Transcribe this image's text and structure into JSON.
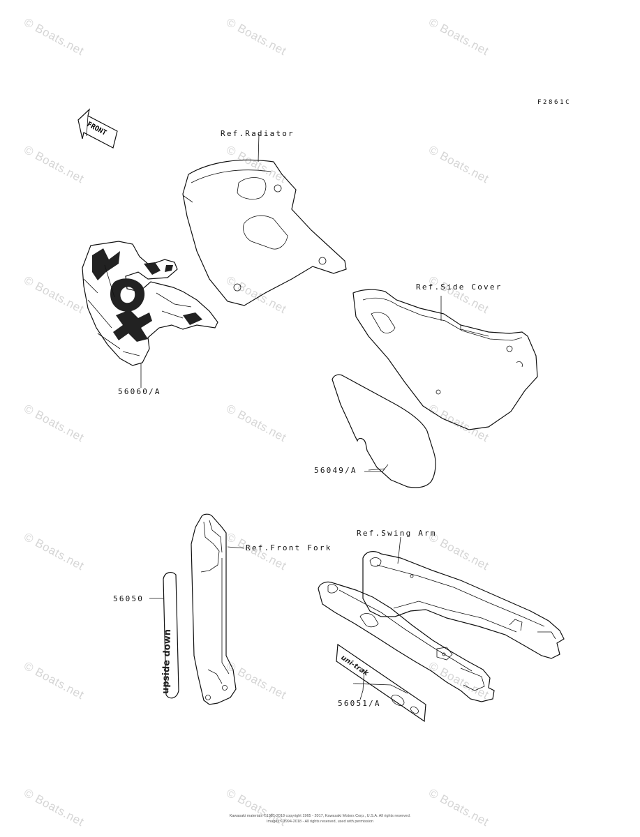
{
  "watermark": "© Boats.net",
  "diagram_code": "F2861C",
  "front_arrow_text": "FRONT",
  "labels": {
    "radiator": "Ref.Radiator",
    "side_cover": "Ref.Side Cover",
    "front_fork": "Ref.Front Fork",
    "swing_arm": "Ref.Swing Arm",
    "part_56060": "56060/A",
    "part_56049": "56049/A",
    "part_56050": "56050",
    "part_56051": "56051/A"
  },
  "decal_text": {
    "fork_decal": "upside down",
    "swingarm_decal": "uni-trak"
  },
  "footer": {
    "line1": "Kawasaki materials ©1981-2018 copyright 1965 - 2017, Kawasaki Motors Corp., U.S.A. All rights reserved.",
    "line2": "Images ©1994-2018 - All rights reserved, used with permission"
  }
}
